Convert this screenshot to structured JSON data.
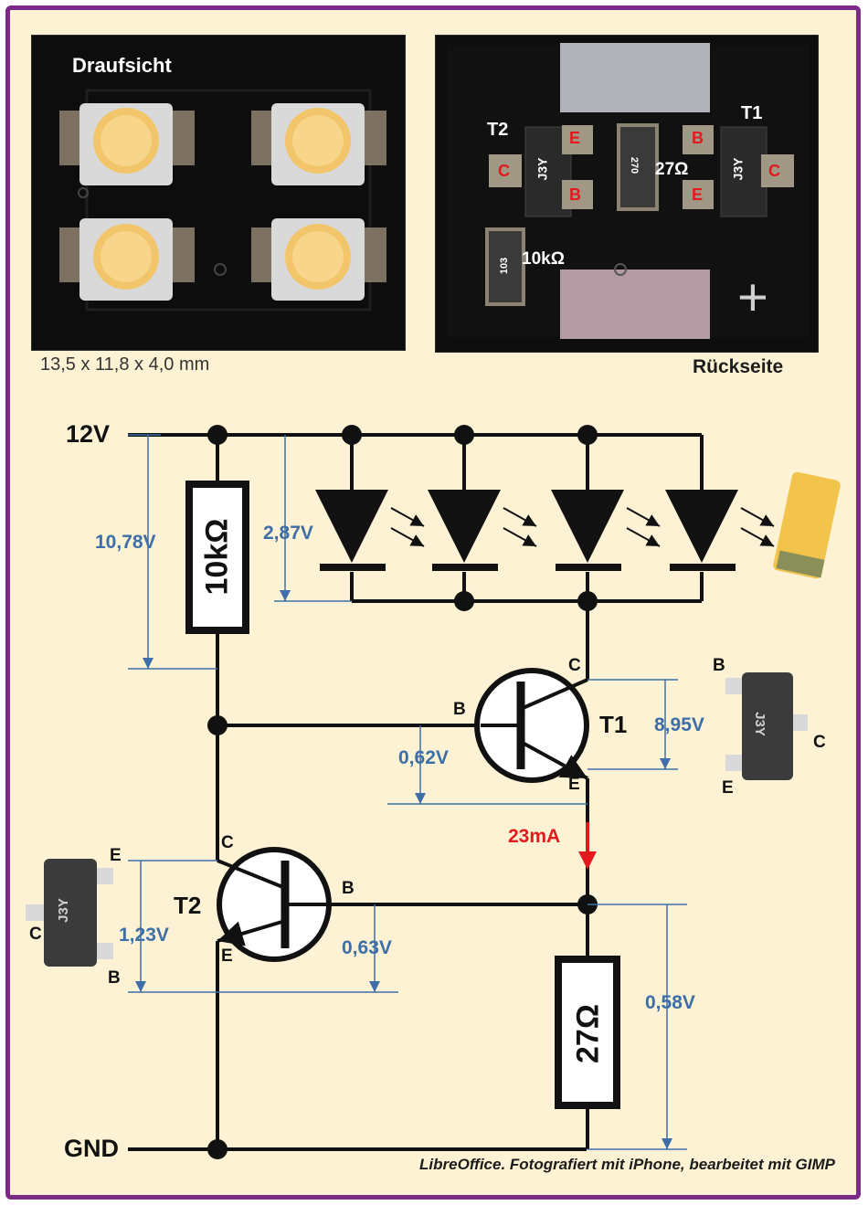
{
  "photos": {
    "top_view_label": "Draufsicht",
    "dimensions": "13,5 x 11,8 x 4,0 mm",
    "back_view_label": "Rückseite",
    "board_labels": {
      "t2": "T2",
      "t1": "T1",
      "pin_e1": "E",
      "pin_b1": "B",
      "pin_c1": "C",
      "pin_b2": "B",
      "pin_e2": "E",
      "pin_c2": "C",
      "chip1": "J3Y",
      "chip2": "J3Y",
      "res_small": "27Ω",
      "res_big": "10kΩ",
      "res_code": "270",
      "res_code2": "103"
    }
  },
  "schematic": {
    "supply_label": "12V",
    "ground_label": "GND",
    "resistor_top": "10kΩ",
    "resistor_bottom": "27Ω",
    "transistor1": "T1",
    "transistor2": "T2",
    "t1_pins": {
      "c": "C",
      "b": "B",
      "e": "E"
    },
    "t2_pins": {
      "c": "C",
      "b": "B",
      "e": "E"
    },
    "current": "23mA",
    "voltages": {
      "v_10k": "10,78V",
      "v_led": "2,87V",
      "v_be_t1": "0,62V",
      "v_ce_t1": "8,95V",
      "v_ce_t2": "1,23V",
      "v_be_t2": "0,63V",
      "v_27": "0,58V"
    },
    "pkg_right_pins": {
      "b": "B",
      "c": "C",
      "e": "E"
    },
    "pkg_left_pins": {
      "e": "E",
      "c": "C",
      "b": "B"
    },
    "pkg_marking": "J3Y"
  },
  "colors": {
    "frame": "#7b2a86",
    "background": "#fdf3d4",
    "dimension_blue": "#3d6ea8",
    "current_red": "#e3191d",
    "pin_red": "#e3191d"
  },
  "footer": "LibreOffice. Fotografiert mit iPhone, bearbeitet mit GIMP"
}
